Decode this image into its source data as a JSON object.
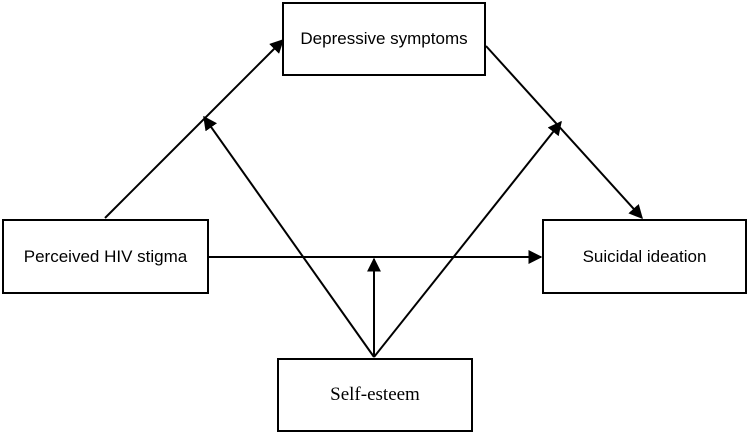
{
  "nodes": {
    "depressive_symptoms": "Depressive symptoms",
    "perceived_hiv_stigma": "Perceived HIV stigma",
    "suicidal_ideation": "Suicidal ideation",
    "self_esteem": "Self-esteem"
  },
  "colors": {
    "line": "#000000",
    "box_border": "#000000",
    "background": "#ffffff"
  }
}
